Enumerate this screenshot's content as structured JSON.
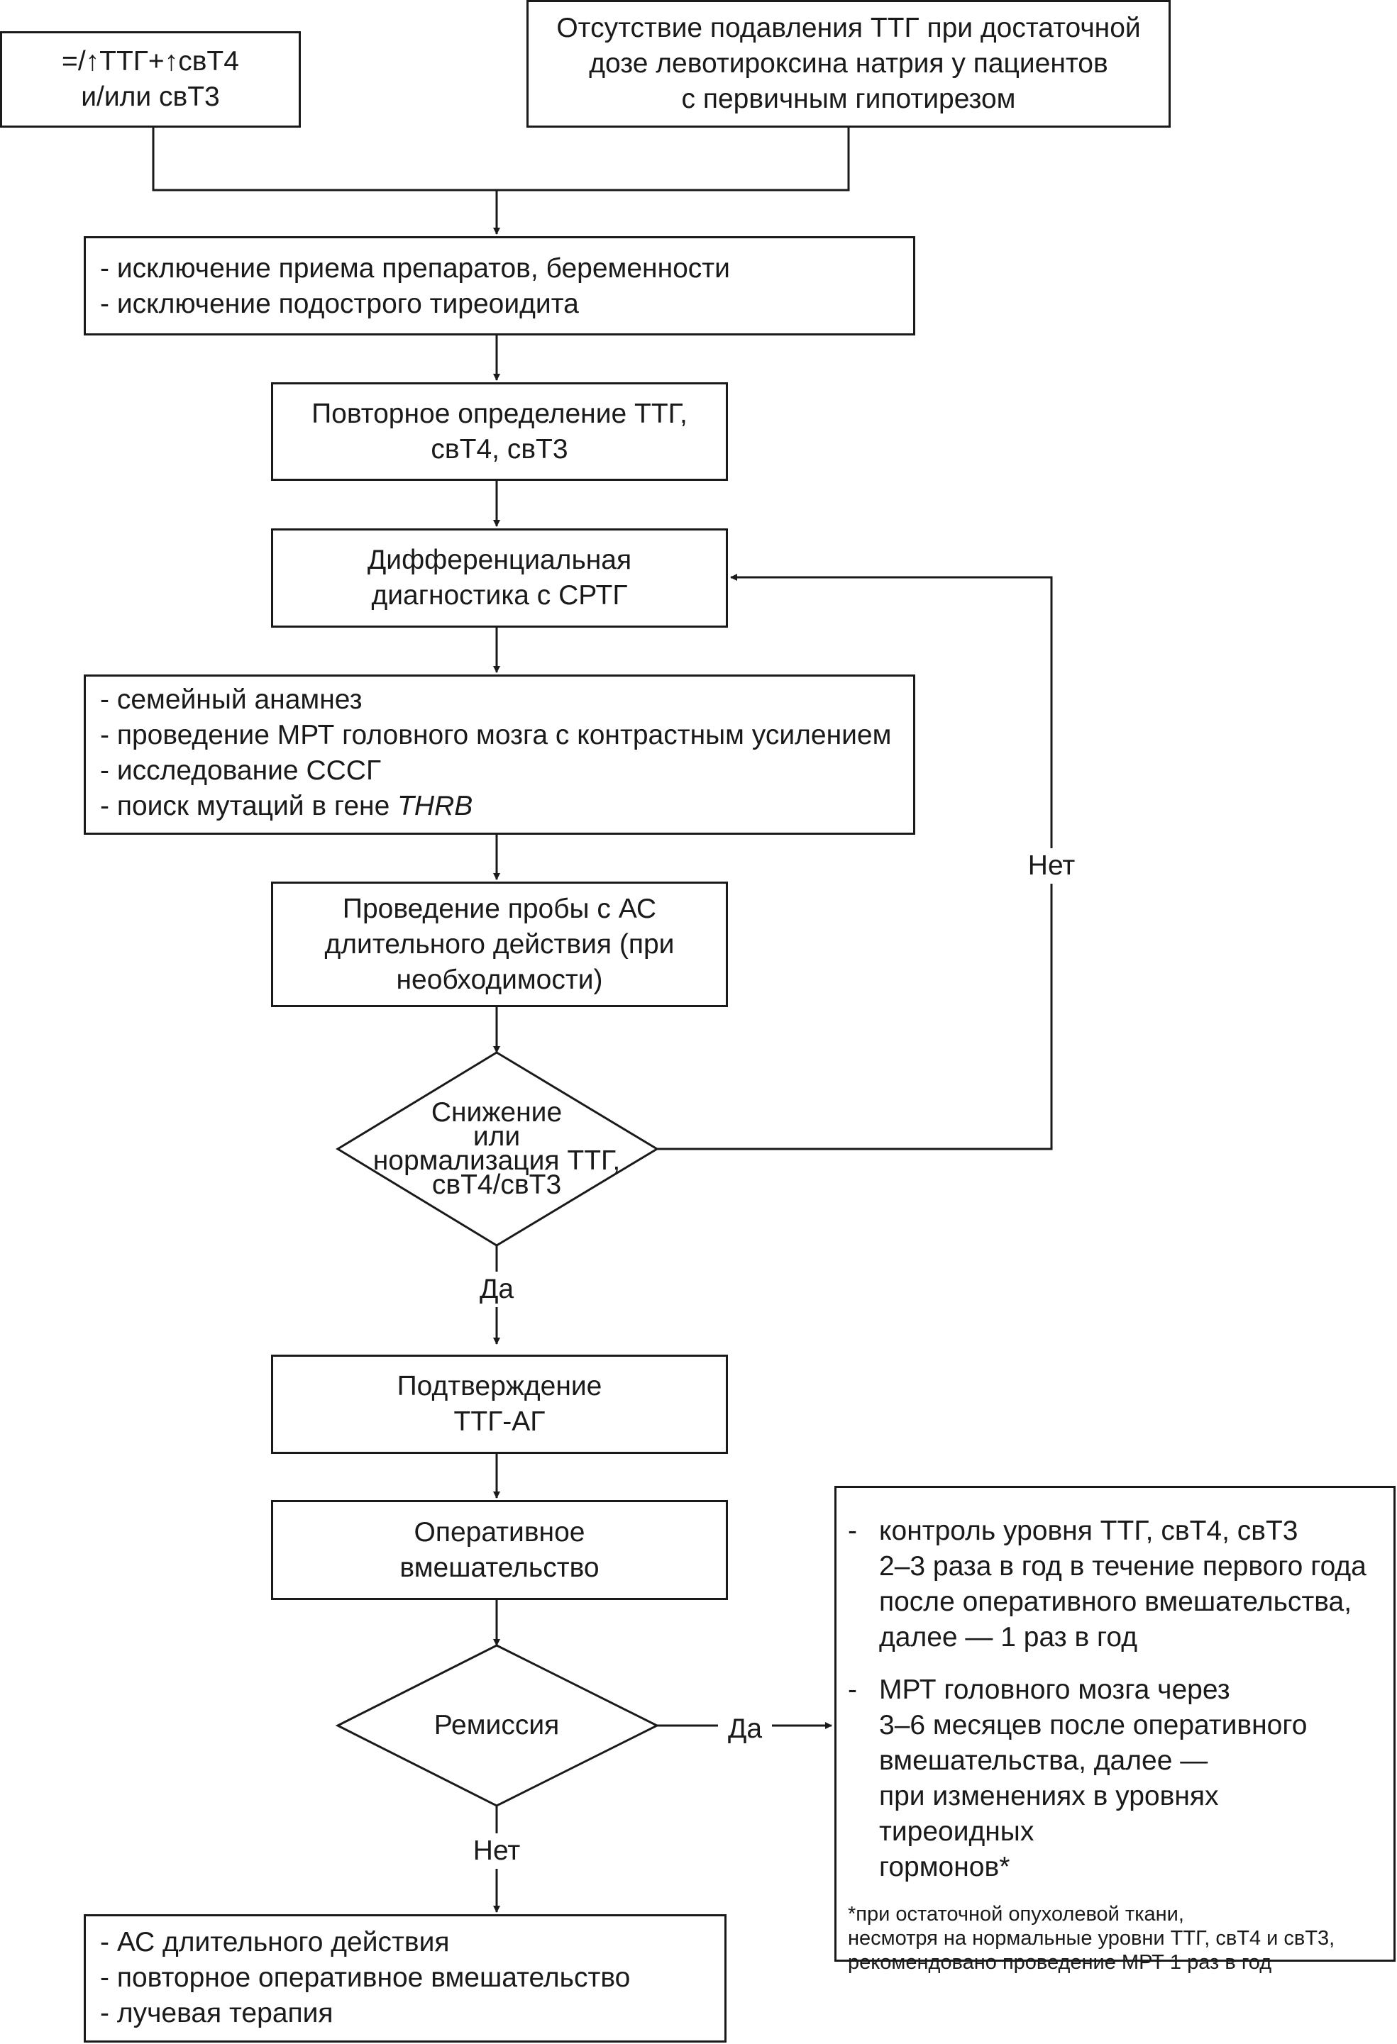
{
  "nodes": {
    "start_left": {
      "line1": "=/↑ТТГ+↑свТ4",
      "line2": "и/или свТ3"
    },
    "start_right": {
      "line1": "Отсутствие подавления ТТГ при достаточной",
      "line2": "дозе левотироксина натрия у пациентов",
      "line3": "с первичным гипотирезом"
    },
    "exclusion": {
      "items": [
        "- исключение приема препаратов, беременности",
        "- исключение подострого тиреоидита"
      ]
    },
    "repeat_test": {
      "line1": "Повторное определение ТТГ,",
      "line2": "свТ4, свТ3"
    },
    "diff_diag": {
      "line1": "Дифференциальная",
      "line2": "диагностика с СРТГ"
    },
    "workup": {
      "item1": "- семейный анамнез",
      "item2": "- проведение МРТ головного мозга с контрастным усилением",
      "item3": "- исследование СССГ",
      "item4_prefix": "- поиск мутаций в гене ",
      "item4_gene": "THRB"
    },
    "as_test": {
      "line1": "Проведение пробы с АС",
      "line2": "длительного действия (при",
      "line3": "необходимости)"
    },
    "decision1": {
      "line1": "Снижение",
      "line2": "или",
      "line3": "нормализация ТТГ,",
      "line4": "свТ4/свТ3"
    },
    "confirm": {
      "line1": "Подтверждение",
      "line2": "ТТГ-АГ"
    },
    "surgery": {
      "line1": "Оперативное",
      "line2": "вмешательство"
    },
    "decision2": {
      "label": "Ремиссия"
    },
    "no_remission": {
      "items": [
        "- АС длительного действия",
        "- повторное оперативное вмешательство",
        "- лучевая терапия"
      ]
    },
    "monitoring": {
      "dash": "-",
      "item1": [
        "контроль уровня ТТГ, свТ4, свТ3",
        "2–3 раза в год в течение первого года",
        "после оперативного вмешательства,",
        "далее — 1 раз в год"
      ],
      "item2": [
        "МРТ головного мозга через",
        "3–6 месяцев после оперативного",
        "вмешательства, далее —",
        "при изменениях в уровнях тиреоидных",
        "гормонов*"
      ],
      "note": "*при остаточной опухолевой ткани,\nнесмотря на нормальные уровни ТТГ, свТ4 и свТ3,\nрекомендовано проведение МРТ 1 раз в год"
    }
  },
  "edge_labels": {
    "no1": "Нет",
    "yes1": "Да",
    "yes2": "Да",
    "no2": "Нет"
  }
}
